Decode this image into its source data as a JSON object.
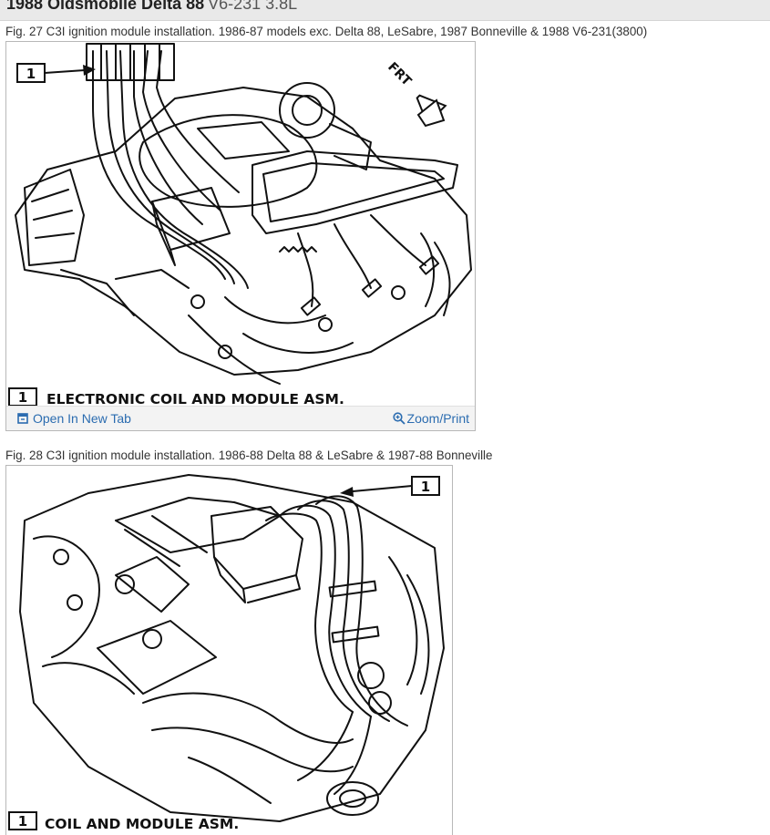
{
  "header": {
    "title": "1988 Oldsmobile Delta 88",
    "engine": "V6-231 3.8L"
  },
  "figures": [
    {
      "caption": "Fig. 27 C3I ignition module installation. 1986-87 models exc. Delta 88, LeSabre, 1987 Bonneville & 1988 V6-231(3800)",
      "callout_number": "1",
      "callout_label": "ELECTRONIC COIL AND MODULE ASM.",
      "direction_label": "FRT",
      "open_tab_label": "Open In New Tab",
      "zoom_label": "Zoom/Print"
    },
    {
      "caption": "Fig. 28 C3I ignition module installation. 1986-88 Delta 88 & LeSabre & 1987-88 Bonneville",
      "callout_number": "1",
      "callout_label": "COIL AND MODULE ASM."
    }
  ],
  "icons": {
    "open_tab": "open-in-new-tab-icon",
    "zoom": "zoom-magnifier-icon",
    "direction": "front-arrow-icon"
  },
  "colors": {
    "link": "#2b6cb0",
    "header_bg": "#e9e9e9",
    "footer_bg": "#f3f3f3"
  }
}
